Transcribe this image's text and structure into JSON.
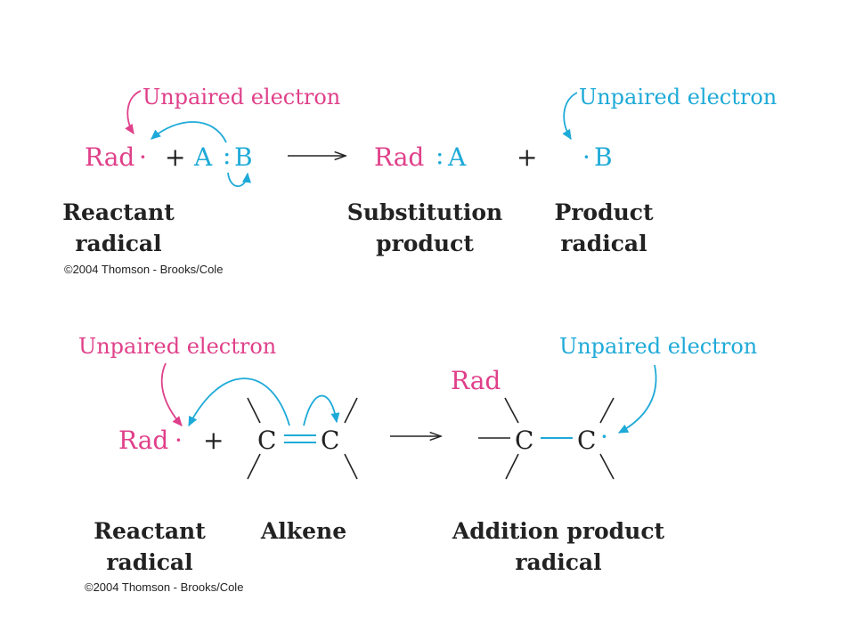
{
  "colors": {
    "magenta": "#e0408a",
    "cyan": "#1eaad8",
    "black": "#222222"
  },
  "substitution": {
    "note_reactant": "Unpaired electron",
    "note_product": "Unpaired electron",
    "rad": "Rad",
    "plus": "+",
    "a": "A",
    "b": "B",
    "product_rad": "Rad",
    "product_a": "A",
    "product_b": "B",
    "dot": "·",
    "colon": ":",
    "label_reactant_1": "Reactant",
    "label_reactant_2": "radical",
    "label_substitution_1": "Substitution",
    "label_substitution_2": "product",
    "label_product_1": "Product",
    "label_product_2": "radical",
    "copyright": "©2004 Thomson - Brooks/Cole"
  },
  "addition": {
    "note_reactant": "Unpaired electron",
    "note_product": "Unpaired electron",
    "rad": "Rad",
    "plus": "+",
    "c1": "C",
    "c2": "C",
    "product_rad": "Rad",
    "product_c1": "C",
    "product_c2": "C",
    "dot": "·",
    "label_reactant_1": "Reactant",
    "label_reactant_2": "radical",
    "label_alkene": "Alkene",
    "label_addition_1": "Addition product",
    "label_addition_2": "radical",
    "copyright": "©2004 Thomson - Brooks/Cole"
  }
}
